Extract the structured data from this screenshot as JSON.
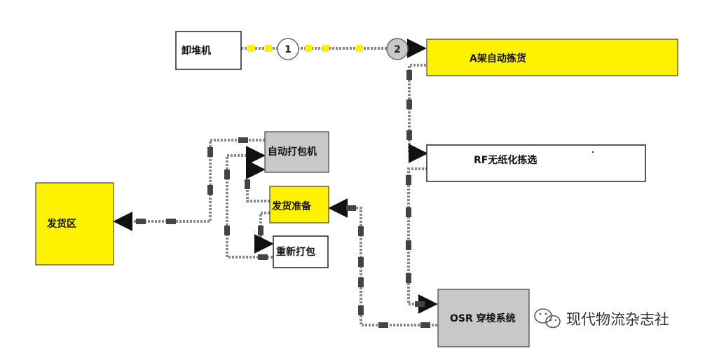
{
  "diagram": {
    "nodes": {
      "unloader": "卸堆机",
      "a_frame": "A架自动拣货",
      "rf_picking": "RF无纸化拣选",
      "auto_packer": "自动打包机",
      "shipping_area": "发货区",
      "ship_prep": "发货准备",
      "repack": "重新打包",
      "osr": "OSR 穿梭系统"
    },
    "markers": [
      "1",
      "2"
    ],
    "colors": {
      "yellow": "#fff200",
      "gray": "#c8c8c8",
      "white": "#ffffff",
      "line": "#888888",
      "dash": "#444444"
    }
  },
  "watermark": {
    "icon": "wechat-icon",
    "text": "现代物流杂志社"
  }
}
